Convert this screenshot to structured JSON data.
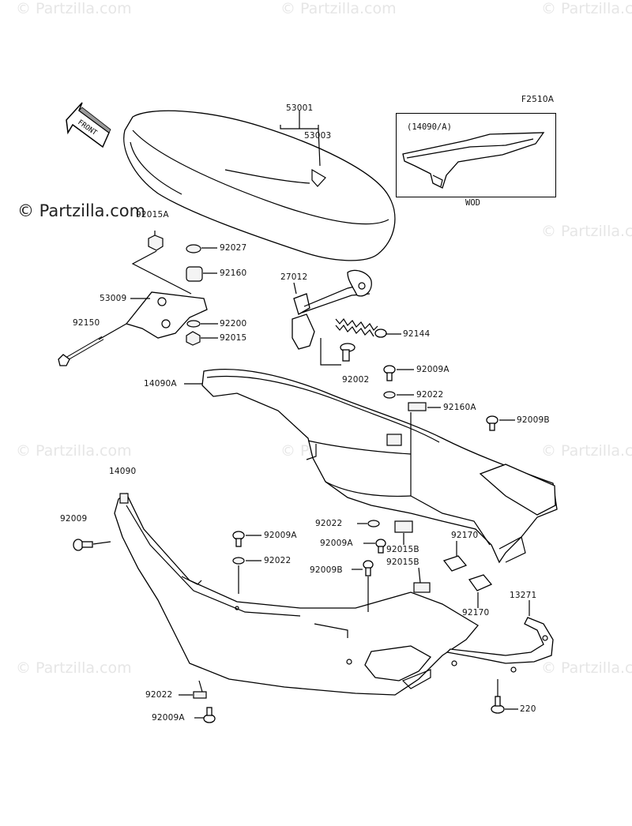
{
  "diagram_code": "F2510A",
  "watermark_text": "© Partzilla.com",
  "watermark_logo_text": "© Partzilla.com",
  "front_label": "FRONT",
  "inset": {
    "title": "(14090/A)",
    "caption": "WOD"
  },
  "labels": {
    "p53001": "53001",
    "p53003": "53003",
    "p92015A": "92015A",
    "p92027": "92027",
    "p92160": "92160",
    "p53009": "53009",
    "p92150": "92150",
    "p92200": "92200",
    "p92015": "92015",
    "p27012": "27012",
    "p92144": "92144",
    "p92002": "92002",
    "p92009A_1": "92009A",
    "p14090A": "14090A",
    "p92022_1": "92022",
    "p92160A": "92160A",
    "p92009B_1": "92009B",
    "p14090": "14090",
    "p92009": "92009",
    "p92022_2": "92022",
    "p92009A_2": "92009A",
    "p92009A_3": "92009A",
    "p92022_3": "92022",
    "p92015B_1": "92015B",
    "p92170_1": "92170",
    "p92009B_2": "92009B",
    "p92015B_2": "92015B",
    "p92170_2": "92170",
    "p13271": "13271",
    "p92022_4": "92022",
    "p92009A_4": "92009A",
    "p220": "220"
  }
}
